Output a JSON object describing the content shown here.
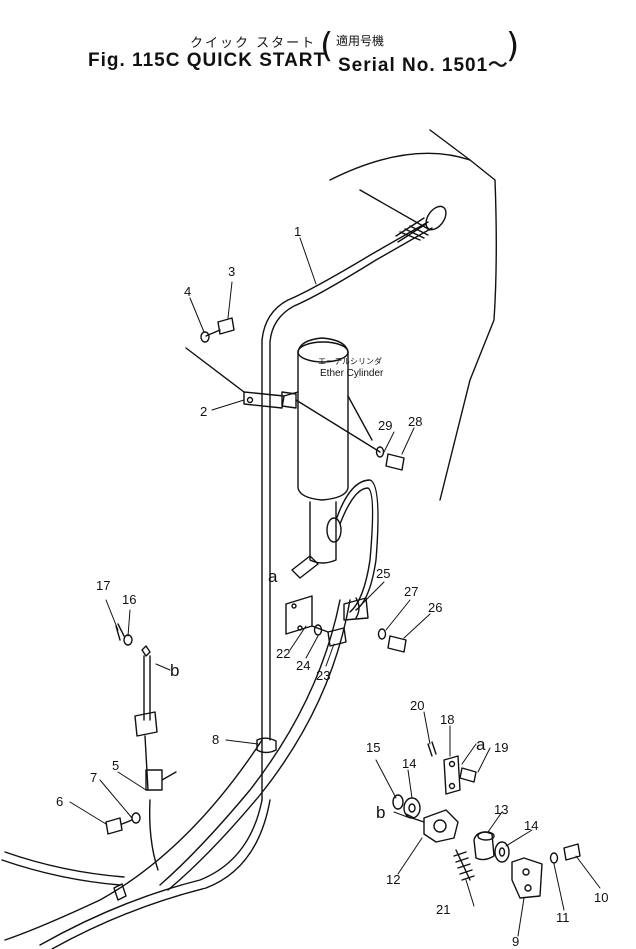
{
  "title": {
    "jp": "クイック スタート",
    "jp_serial": "適用号機",
    "en": "Fig. 115C QUICK START",
    "serial": "Serial No. 1501～"
  },
  "labels": {
    "ether_cylinder_jp": "エーテルシリンダ",
    "ether_cylinder_en": "Ether Cylinder"
  },
  "callouts": {
    "c1": "1",
    "c2": "2",
    "c3": "3",
    "c4": "4",
    "c5": "5",
    "c6": "6",
    "c7": "7",
    "c8": "8",
    "c9": "9",
    "c10": "10",
    "c11": "11",
    "c12": "12",
    "c13": "13",
    "c14a": "14",
    "c14b": "14",
    "c15": "15",
    "c16": "16",
    "c17": "17",
    "c18": "18",
    "c19": "19",
    "c20": "20",
    "c21": "21",
    "c22": "22",
    "c23": "23",
    "c24": "24",
    "c25": "25",
    "c26": "26",
    "c27": "27",
    "c28": "28",
    "c29": "29",
    "ref_a1": "a",
    "ref_a2": "a",
    "ref_b1": "b",
    "ref_b2": "b"
  }
}
